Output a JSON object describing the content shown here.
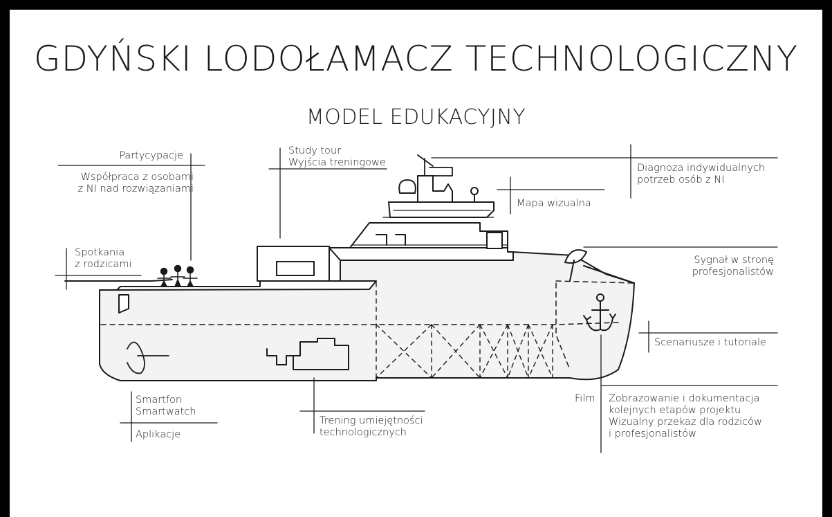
{
  "title": "GDYŃSKI LODOŁAMACZ TECHNOLOGICZNY",
  "subtitle": "MODEL EDUKACYJNY",
  "labels": {
    "partycypacje": "Partycypacje",
    "wspolpraca_1": "Współpraca z osobami",
    "wspolpraca_2": "z NI nad rozwiązaniami",
    "spotkania_1": "Spotkania",
    "spotkania_2": "z rodzicami",
    "study_tour": "Study tour",
    "wyjscia": "Wyjścia treningowe",
    "diagnoza_1": "Diagnoza indywidualnych",
    "diagnoza_2": "potrzeb osób z NI",
    "mapa": "Mapa wizualna",
    "sygnal_1": "Sygnał w stronę",
    "sygnal_2": "profesjonalistów",
    "scenariusze": "Scenariusze i tutoriale",
    "smartfon": "Smartfon",
    "smartwatch": "Smartwatch",
    "aplikacje": "Aplikacje",
    "trening_1": "Trening umiejętności",
    "trening_2": "technologicznych",
    "film": "Film",
    "zobrazowanie_1": "Zobrazowanie i dokumentacja",
    "zobrazowanie_2": "kolejnych etapów projektu",
    "wizualny_1": "Wizualny przekaz dla rodziców",
    "wizualny_2": "i profesjonalistów"
  },
  "colors": {
    "frame": "#000000",
    "paper": "#ffffff",
    "ink": "#1a1a1a",
    "hull_fill": "#f3f3f3"
  }
}
